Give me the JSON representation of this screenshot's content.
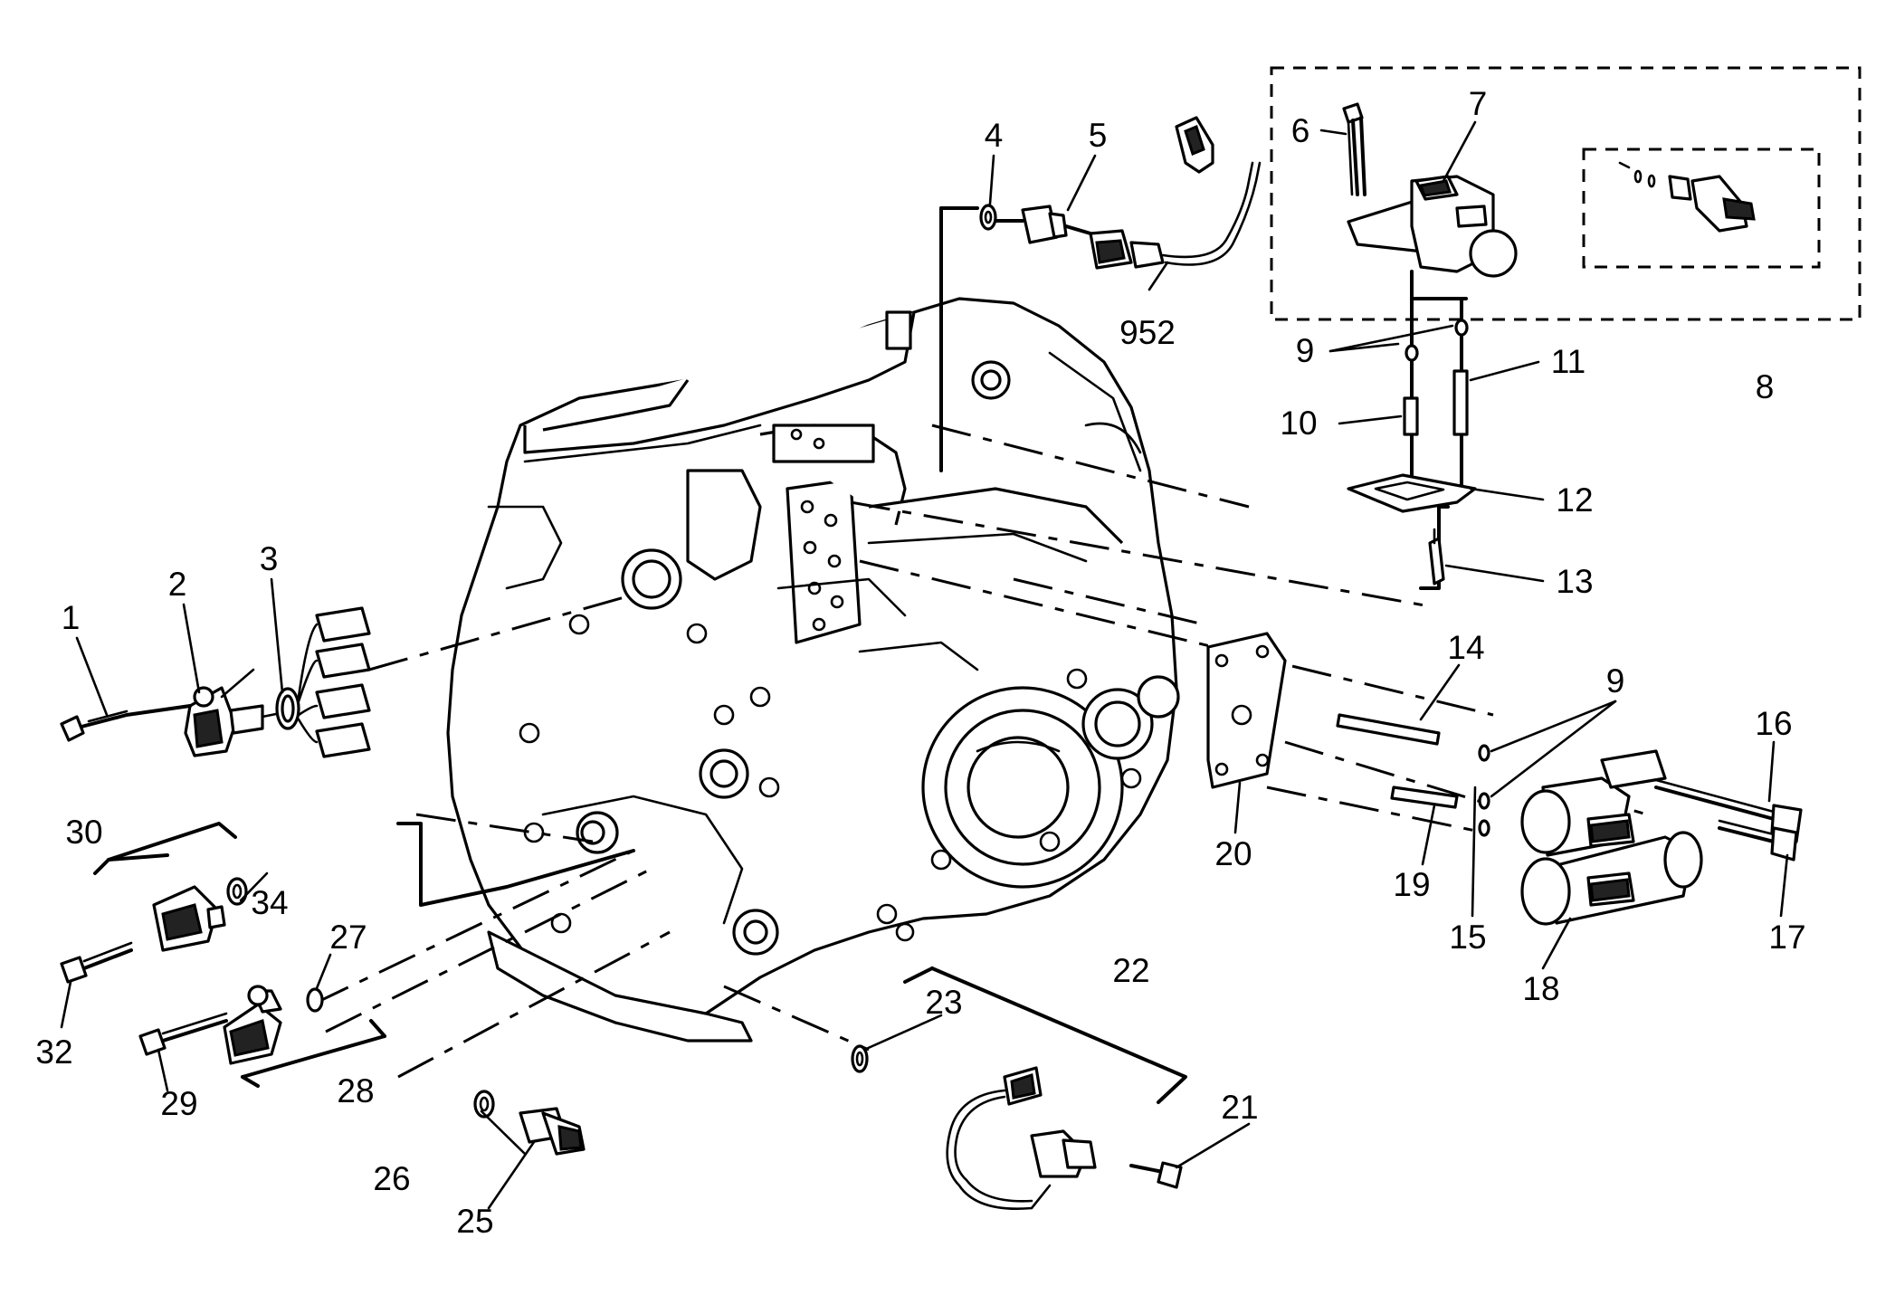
{
  "callouts": [
    {
      "id": "1",
      "text": "1"
    },
    {
      "id": "2",
      "text": "2"
    },
    {
      "id": "3",
      "text": "3"
    },
    {
      "id": "4",
      "text": "4"
    },
    {
      "id": "5",
      "text": "5"
    },
    {
      "id": "6",
      "text": "6"
    },
    {
      "id": "7",
      "text": "7"
    },
    {
      "id": "8",
      "text": "8"
    },
    {
      "id": "9a",
      "text": "9"
    },
    {
      "id": "9b",
      "text": "9"
    },
    {
      "id": "10",
      "text": "10"
    },
    {
      "id": "11",
      "text": "11"
    },
    {
      "id": "12",
      "text": "12"
    },
    {
      "id": "13",
      "text": "13"
    },
    {
      "id": "14",
      "text": "14"
    },
    {
      "id": "15",
      "text": "15"
    },
    {
      "id": "16",
      "text": "16"
    },
    {
      "id": "17",
      "text": "17"
    },
    {
      "id": "18",
      "text": "18"
    },
    {
      "id": "19",
      "text": "19"
    },
    {
      "id": "20",
      "text": "20"
    },
    {
      "id": "21",
      "text": "21"
    },
    {
      "id": "22",
      "text": "22"
    },
    {
      "id": "23",
      "text": "23"
    },
    {
      "id": "25",
      "text": "25"
    },
    {
      "id": "26",
      "text": "26"
    },
    {
      "id": "27",
      "text": "27"
    },
    {
      "id": "28",
      "text": "28"
    },
    {
      "id": "29",
      "text": "29"
    },
    {
      "id": "30",
      "text": "30"
    },
    {
      "id": "32",
      "text": "32"
    },
    {
      "id": "34",
      "text": "34"
    },
    {
      "id": "952",
      "text": "952"
    }
  ]
}
